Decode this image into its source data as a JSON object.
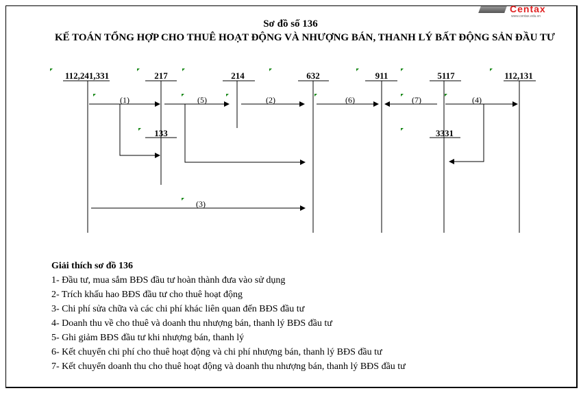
{
  "logo": {
    "brand": "Centax",
    "url": "www.centax.edu.vn"
  },
  "title": "Sơ đồ số 136",
  "subtitle": "KẾ TOÁN TỔNG HỢP CHO THUÊ HOẠT ĐỘNG VÀ NHƯỢNG BÁN, THANH LÝ BẤT ĐỘNG SẢN ĐẦU TƯ",
  "accounts": [
    "112,241,331",
    "217",
    "214",
    "632",
    "911",
    "5117",
    "112,131",
    "133",
    "3331"
  ],
  "flows": [
    "(1)",
    "(5)",
    "(2)",
    "(6)",
    "(7)",
    "(4)",
    "(3)"
  ],
  "legend": {
    "title": "Giải thích sơ đồ 136",
    "items": [
      "1- Đầu tư, mua sắm BĐS đầu tư hoàn thành đưa vào sử dụng",
      "2- Trích khấu hao BĐS đầu tư cho thuê hoạt động",
      "3- Chi phí sửa chữa và các chi phí khác liên quan đến BĐS đầu tư",
      "4- Doanh thu về cho thuê và doanh thu nhượng bán, thanh lý BĐS đầu tư",
      "5- Ghi giảm BĐS đầu tư khi nhượng bán, thanh lý",
      "6- Kết chuyển chi phí cho thuê hoạt động và chi phí nhượng bán, thanh lý BĐS đầu tư",
      "7- Kết chuyển doanh thu cho thuê hoạt động và doanh thu nhượng bán, thanh lý BĐS đầu tư"
    ]
  },
  "colors": {
    "marker": "#1a8a1a",
    "logo": "#e02020"
  }
}
